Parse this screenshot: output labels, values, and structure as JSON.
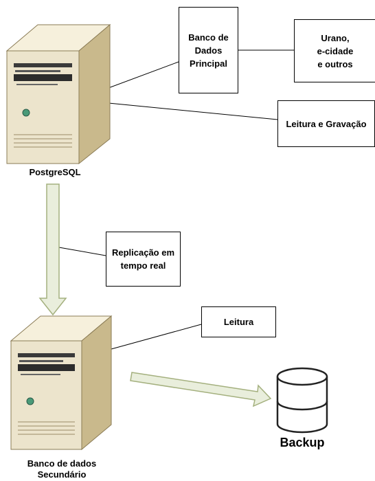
{
  "nodes": {
    "primary_server": {
      "caption": "PostgreSQL",
      "icon": "server-tower-icon"
    },
    "secondary_server": {
      "caption": "Banco de dados\nSecundário",
      "icon": "server-tower-icon"
    },
    "backup": {
      "caption": "Backup",
      "icon": "database-cylinder-icon"
    }
  },
  "boxes": {
    "main_db": "Banco de\nDados\nPrincipal",
    "apps": "Urano,\ne-cidade\ne outros",
    "read_write": "Leitura e Gravação",
    "replication": "Replicação em\ntempo real",
    "read": "Leitura"
  },
  "colors": {
    "server_body": "#ece4cc",
    "server_dark": "#c9b98c",
    "arrow_fill": "#e9eedc",
    "arrow_stroke": "#a4b07e"
  }
}
